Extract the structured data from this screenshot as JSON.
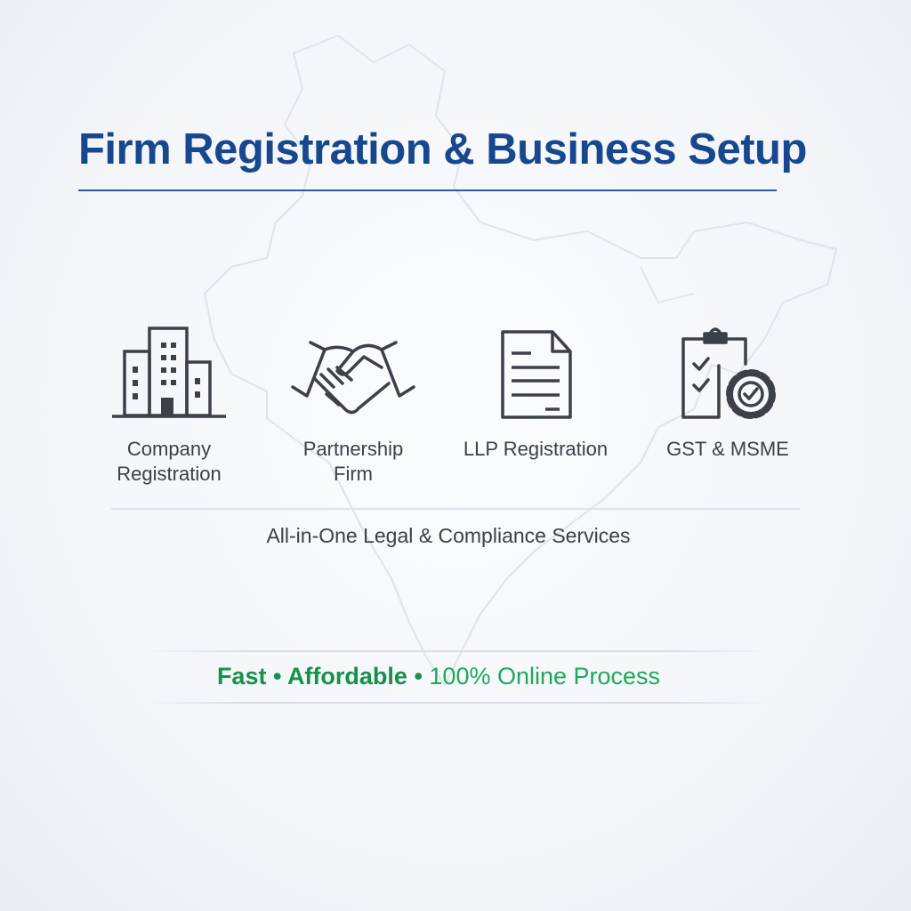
{
  "title": "Firm Registration & Business Setup",
  "services": [
    {
      "label_line1": "Company",
      "label_line2": "Registration",
      "icon": "building-icon"
    },
    {
      "label_line1": "Partnership",
      "label_line2": "Firm",
      "icon": "handshake-icon"
    },
    {
      "label_line1": "LLP Registration",
      "label_line2": "",
      "icon": "document-icon"
    },
    {
      "label_line1": "GST & MSME",
      "label_line2": "",
      "icon": "clipboard-gear-icon"
    }
  ],
  "subtitle": "All-in-One Legal & Compliance Services",
  "tagline": {
    "part1": "Fast",
    "sep": " • ",
    "part2": "Affordable",
    "part3": "100% Online Process"
  },
  "colors": {
    "title": "#17478e",
    "green": "#15924a",
    "icon": "#3b4049"
  }
}
